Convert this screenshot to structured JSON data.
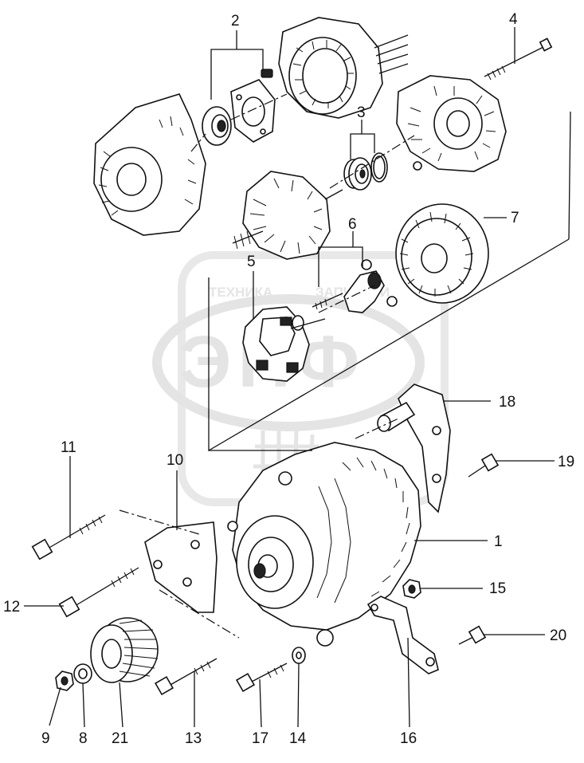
{
  "watermark": {
    "text_left": "ТЕХНИКА",
    "text_right": "ЗАПЧАСТИ",
    "logo": "ЭПФ"
  },
  "callouts": [
    {
      "id": "label-1",
      "text": "1"
    },
    {
      "id": "label-2",
      "text": "2"
    },
    {
      "id": "label-3",
      "text": "3"
    },
    {
      "id": "label-4",
      "text": "4"
    },
    {
      "id": "label-5",
      "text": "5"
    },
    {
      "id": "label-6",
      "text": "6"
    },
    {
      "id": "label-7",
      "text": "7"
    },
    {
      "id": "label-8",
      "text": "8"
    },
    {
      "id": "label-9",
      "text": "9"
    },
    {
      "id": "label-10",
      "text": "10"
    },
    {
      "id": "label-11",
      "text": "11"
    },
    {
      "id": "label-12",
      "text": "12"
    },
    {
      "id": "label-13",
      "text": "13"
    },
    {
      "id": "label-14",
      "text": "14"
    },
    {
      "id": "label-15",
      "text": "15"
    },
    {
      "id": "label-16",
      "text": "16"
    },
    {
      "id": "label-17",
      "text": "17"
    },
    {
      "id": "label-18",
      "text": "18"
    },
    {
      "id": "label-19",
      "text": "19"
    },
    {
      "id": "label-20",
      "text": "20"
    },
    {
      "id": "label-21",
      "text": "21"
    }
  ]
}
